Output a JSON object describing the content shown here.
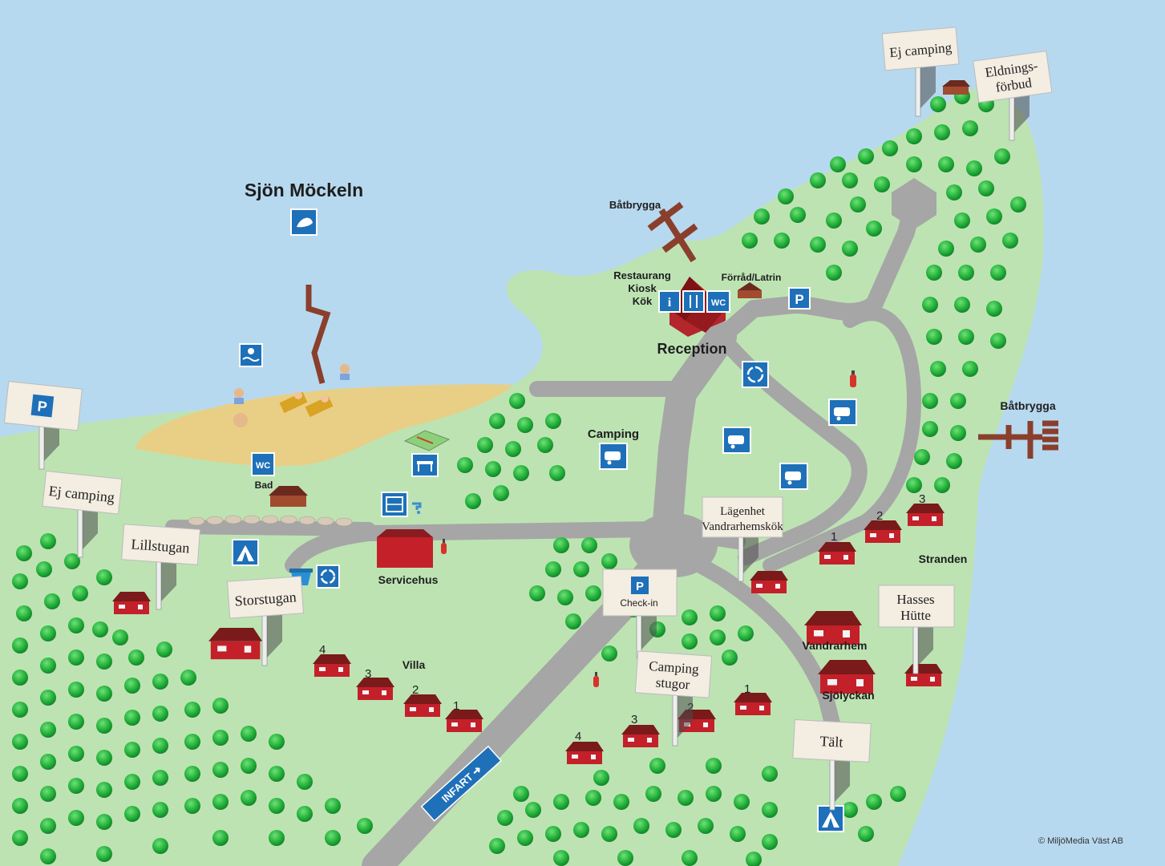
{
  "lake": {
    "name": "Sjön Möckeln"
  },
  "labels": {
    "batbrygga_north": "Båtbrygga",
    "batbrygga_east": "Båtbrygga",
    "restaurang": "Restaurang",
    "kiosk": "Kiosk",
    "kok": "Kök",
    "forrad": "Förråd/Latrin",
    "reception": "Reception",
    "camping": "Camping",
    "bad": "Bad",
    "servicehus": "Servicehus",
    "villa": "Villa",
    "stranden": "Stranden",
    "vandrarhem": "Vandrarhem",
    "sjolyckan": "Sjölyckan",
    "infart": "INFART ➜",
    "copyright": "© MiljöMedia Väst AB"
  },
  "signs": {
    "parking_west": "P",
    "ej_camping_west": "Ej camping",
    "lillstugan": "Lillstugan",
    "storstugan": "Storstugan",
    "ej_camping_north": "Ej camping",
    "eldningsforbud_1": "Eldnings-",
    "eldningsforbud_2": "förbud",
    "lagenhet_1": "Lägenhet",
    "lagenhet_2": "Vandrarhemskök",
    "checkin_p": "P",
    "checkin_label": "Check-in",
    "campingstugor_1": "Camping",
    "campingstugor_2": "stugor",
    "hasses_1": "Hasses",
    "hasses_2": "Hütte",
    "talt": "Tält"
  },
  "icons": {
    "wc_bad": "WC",
    "wc_reception": "WC",
    "info": "i",
    "parking": "P"
  },
  "cabin_numbers": {
    "villa": [
      "4",
      "3",
      "2",
      "1"
    ],
    "campingstugor": [
      "4",
      "3",
      "2",
      "1"
    ],
    "stranden": [
      "1",
      "2",
      "3"
    ]
  },
  "colors": {
    "water": "#b7d9ef",
    "land": "#bde3b3",
    "road": "#a5a5a5",
    "beach": "#e8cf85",
    "tree": "#2ebc42",
    "cabin": "#c4202a",
    "icon_blue": "#1e70b8"
  }
}
